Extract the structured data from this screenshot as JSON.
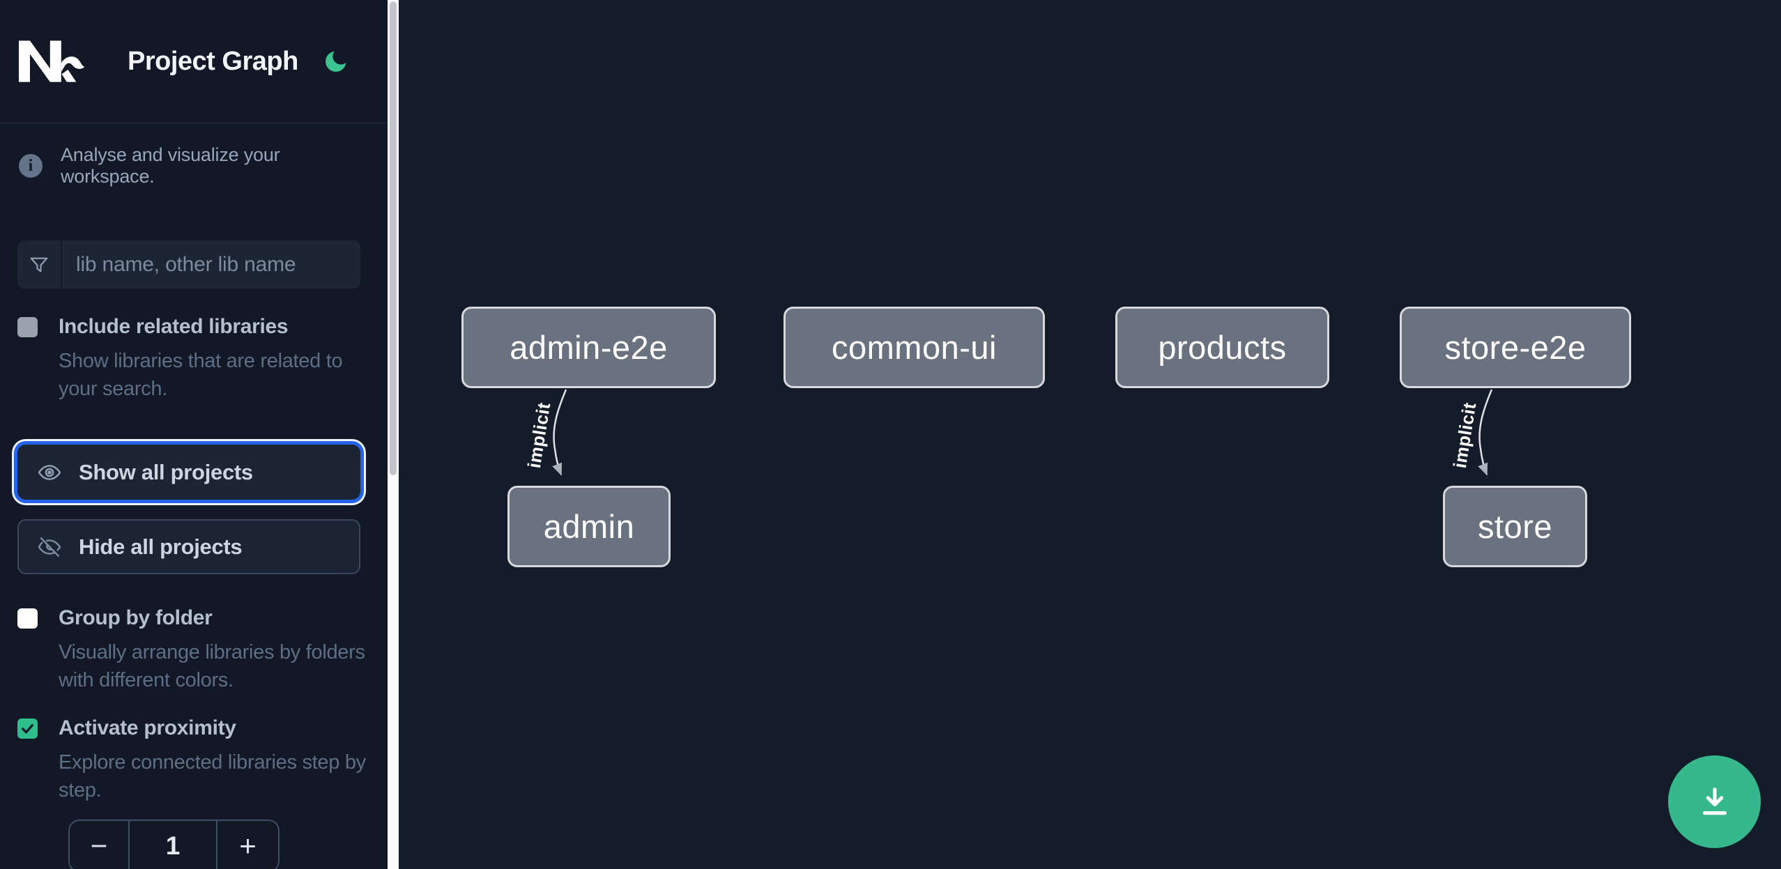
{
  "app": {
    "title": "Project Graph"
  },
  "sidebar": {
    "info": "Analyse and visualize your workspace.",
    "search_placeholder": "lib name, other lib name",
    "include_related": {
      "label": "Include related libraries",
      "description": "Show libraries that are related to your search.",
      "checked": false
    },
    "show_all_label": "Show all projects",
    "hide_all_label": "Hide all projects",
    "group_by_folder": {
      "label": "Group by folder",
      "description": "Visually arrange libraries by folders with different colors.",
      "checked": false
    },
    "proximity": {
      "label": "Activate proximity",
      "description": "Explore connected libraries step by step.",
      "checked": true
    },
    "stepper": {
      "decrement": "−",
      "value": "1",
      "increment": "+"
    }
  },
  "graph": {
    "nodes": [
      {
        "label": "admin-e2e"
      },
      {
        "label": "common-ui"
      },
      {
        "label": "products"
      },
      {
        "label": "store-e2e"
      },
      {
        "label": "admin"
      },
      {
        "label": "store"
      }
    ],
    "edges": [
      {
        "from": "admin-e2e",
        "to": "admin",
        "label": "implicit"
      },
      {
        "from": "store-e2e",
        "to": "store",
        "label": "implicit"
      }
    ]
  },
  "colors": {
    "accent_green": "#35b88b",
    "focus_blue": "#2563eb",
    "node_fill": "#6a7280",
    "sidebar_bg": "#121826",
    "canvas_bg": "#141b29"
  }
}
